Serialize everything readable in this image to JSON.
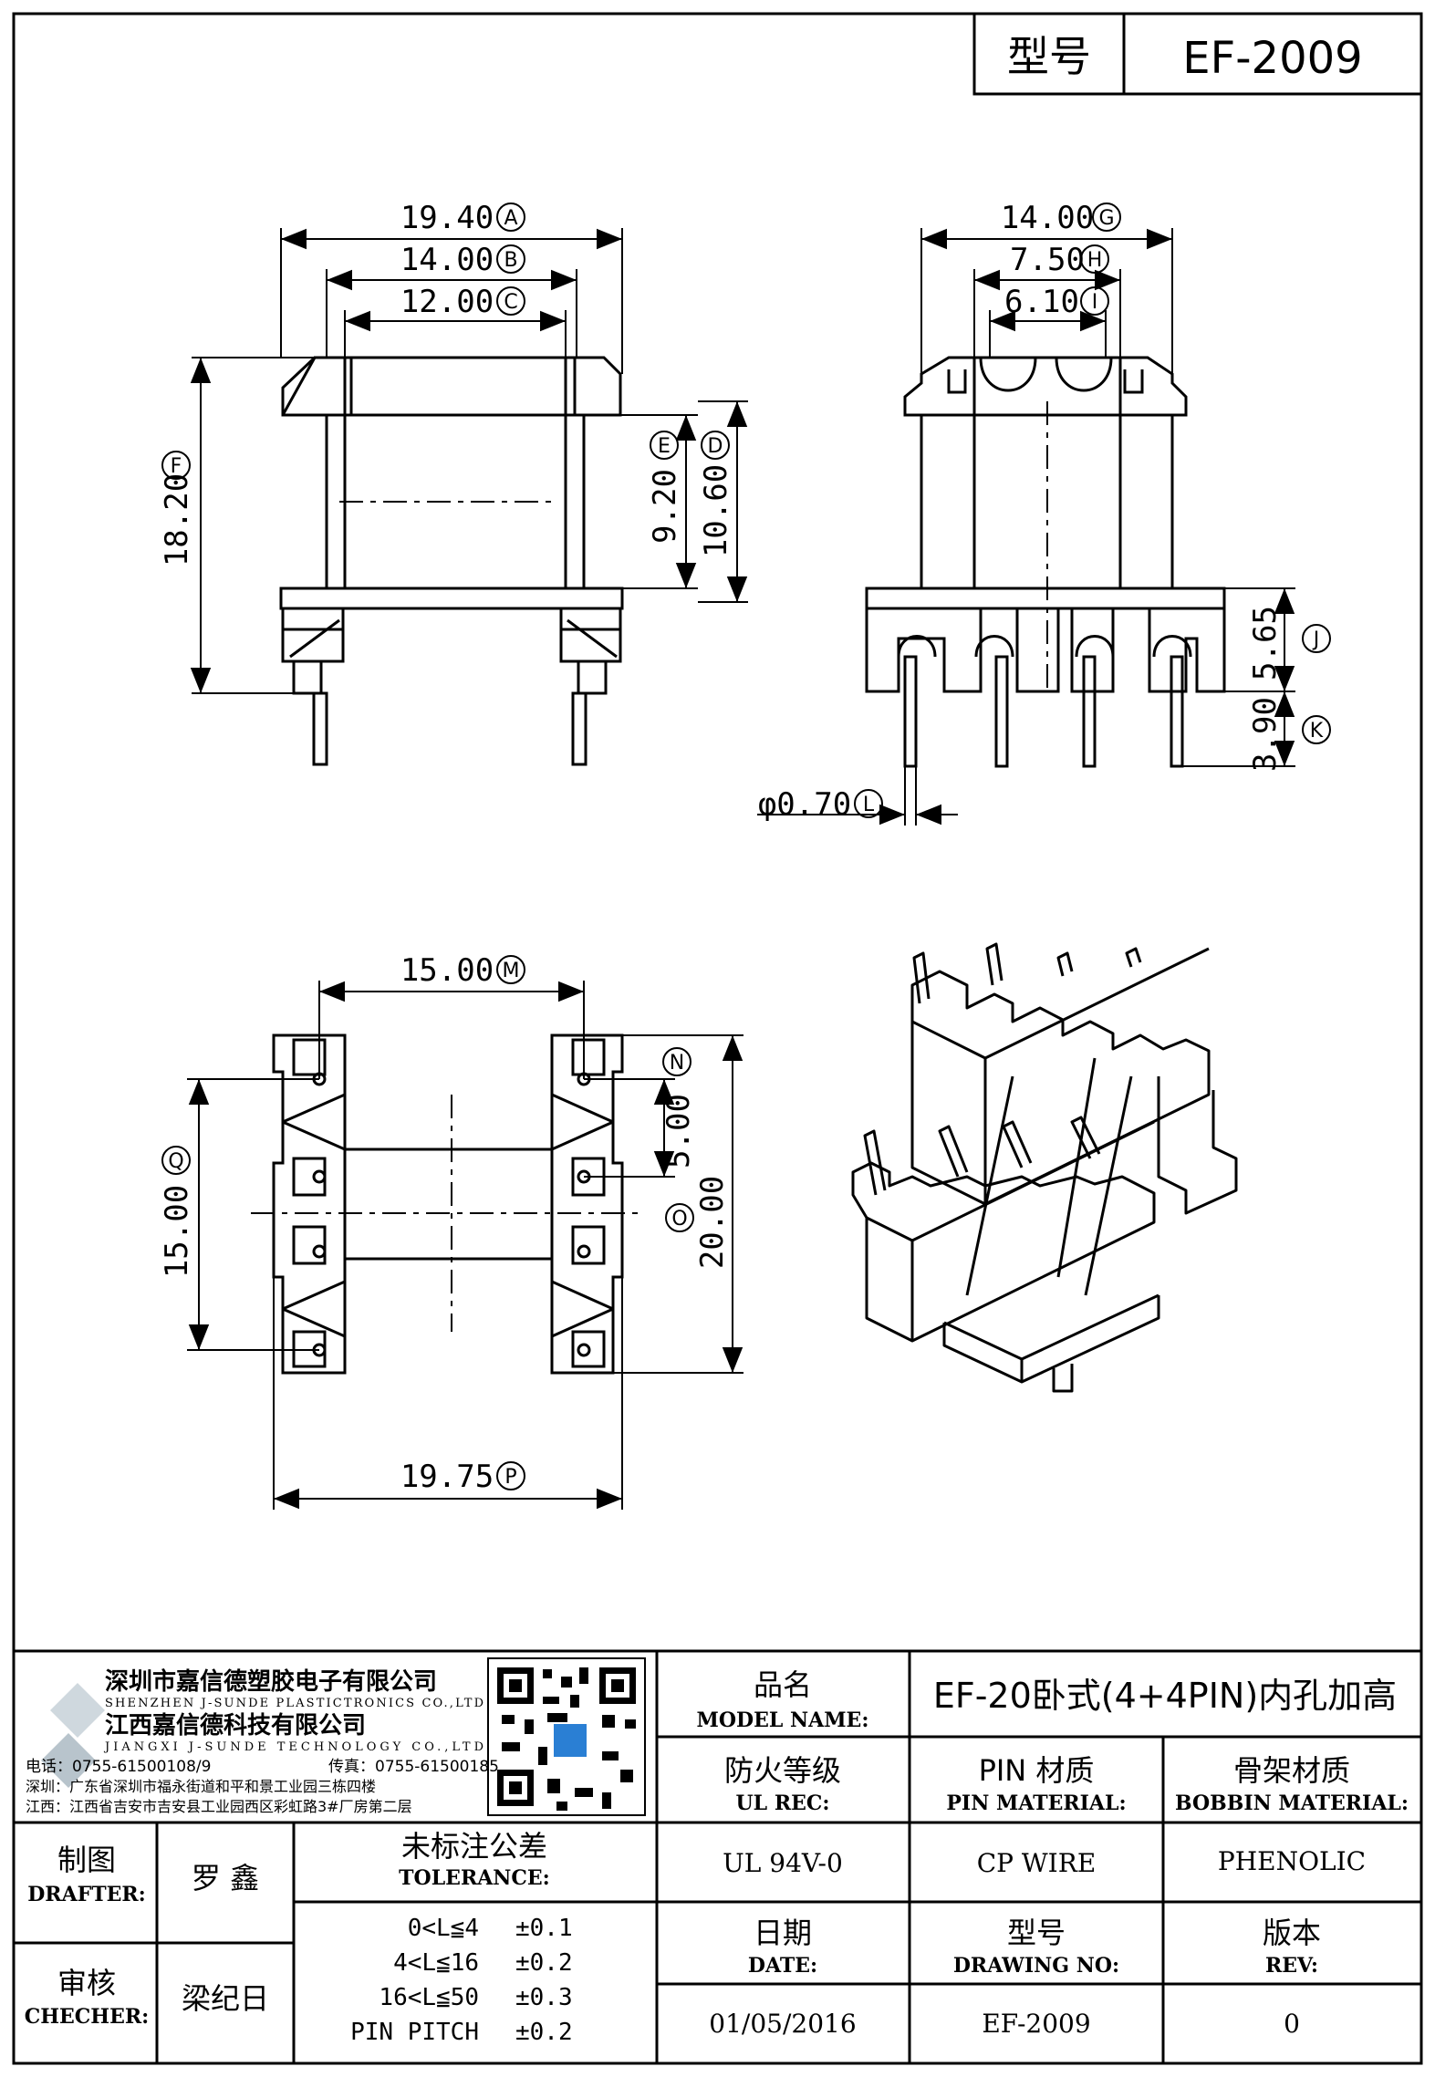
{
  "header": {
    "type_label": "型号",
    "type_value": "EF-2009"
  },
  "dimensions": {
    "A": "19.40",
    "A_mark": "A",
    "B": "14.00",
    "B_mark": "B",
    "C": "12.00",
    "C_mark": "C",
    "D": "10.60",
    "D_mark": "D",
    "E": "9.20",
    "E_mark": "E",
    "F": "18.20",
    "F_mark": "F",
    "G": "14.00",
    "G_mark": "G",
    "H": "7.50",
    "H_mark": "H",
    "I": "6.10",
    "I_mark": "I",
    "J": "5.65",
    "J_mark": "J",
    "K": "3.90",
    "K_mark": "K",
    "L": "φ0.70",
    "L_mark": "L",
    "M": "15.00",
    "M_mark": "M",
    "N": "5.00",
    "N_mark": "N",
    "O": "20.00",
    "O_mark": "O",
    "P": "19.75",
    "P_mark": "P",
    "Q": "15.00",
    "Q_mark": "Q"
  },
  "company": {
    "name_sz": "深圳市嘉信德塑胶电子有限公司",
    "name_sz_en": "SHENZHEN J-SUNDE PLASTICTRONICS CO.,LTD",
    "name_jx": "江西嘉信德科技有限公司",
    "name_jx_en": "JIANGXI J-SUNDE TECHNOLOGY CO.,LTD",
    "phone": "电话：0755-61500108/9",
    "fax": "传真：0755-61500185",
    "addr_sz": "深圳：广东省深圳市福永街道和平和景工业园三栋四楼",
    "addr_jx": "江西：江西省吉安市吉安县工业园西区彩虹路3#厂房第二层"
  },
  "title_block": {
    "model_name_cn": "品名",
    "model_name_en": "MODEL NAME:",
    "model_name_value": "EF-20卧式(4+4PIN)内孔加高",
    "ul_cn": "防火等级",
    "ul_en": "UL REC:",
    "ul_value": "UL 94V-0",
    "pin_cn": "PIN 材质",
    "pin_en": "PIN MATERIAL:",
    "pin_value": "CP WIRE",
    "bobbin_cn": "骨架材质",
    "bobbin_en": "BOBBIN MATERIAL:",
    "bobbin_value": "PHENOLIC",
    "drafter_cn": "制图",
    "drafter_en": "DRAFTER:",
    "drafter_value": "罗  鑫",
    "checker_cn": "审核",
    "checker_en": "CHECHER:",
    "checker_value": "梁纪日",
    "tol_cn": "未标注公差",
    "tol_en": "TOLERANCE:",
    "tol_rows": [
      {
        "range": "0<L≦4",
        "value": "±0.1"
      },
      {
        "range": "4<L≦16",
        "value": "±0.2"
      },
      {
        "range": "16<L≦50",
        "value": "±0.3"
      },
      {
        "range": "PIN PITCH",
        "value": "±0.2"
      }
    ],
    "date_cn": "日期",
    "date_en": "DATE:",
    "date_value": "01/05/2016",
    "dwg_cn": "型号",
    "dwg_en": "DRAWING NO:",
    "dwg_value": "EF-2009",
    "rev_cn": "版本",
    "rev_en": "REV:",
    "rev_value": "0"
  }
}
